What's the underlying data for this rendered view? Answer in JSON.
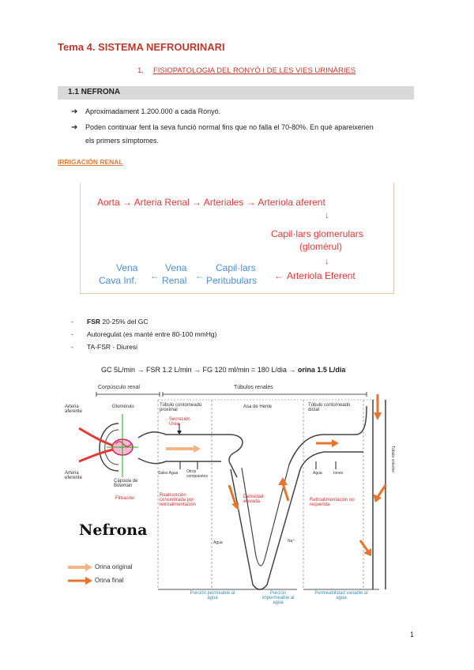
{
  "title": "Tema 4. SISTEMA NEFROURINARI",
  "subtitle": {
    "num": "1.",
    "text": "FISIOPATOLOGIA DEL RONYÓ I DE LES VIES URINÀRIES"
  },
  "section": "1.1 NEFRONA",
  "bullets": [
    "Aproximadament 1.200.000 a cada Ronyó.",
    "Poden continuar fent la seva funció normal fins que no falla el 70-80%. En què apareixerien",
    "els primers símptomes."
  ],
  "irrigacio_heading": "IRRIGACIÓN RENAL",
  "irrigacio": {
    "line1": "Aorta → Arteria Renal → Arteriales → Arteriola aferent",
    "down1": "↓",
    "cap1": "Capil·lars glomerulars",
    "cap2": "(glomèrul)",
    "down2": "↓",
    "vena1a": "Vena",
    "vena1b": "Cava Inf.",
    "arr1": "←",
    "vena2a": "Vena",
    "vena2b": "Renal",
    "arr2": "←",
    "cap3a": "Capil·lars",
    "cap3b": "Peritubulars",
    "arr3": "←",
    "eferent": "Arteriola Eferent"
  },
  "dash_items": [
    {
      "bold": "FSR",
      "rest": " 20-25% del GC"
    },
    {
      "bold": "",
      "rest": "Autoregulat (es manté entre 80-100 mmHg)"
    },
    {
      "bold": "",
      "rest": "TA-FSR - Diuresi"
    }
  ],
  "formula": {
    "main": "GC 5L/min → FSR 1.2 L/min → FG 120 ml/min = 180 L/dia → ",
    "bold": "orina 1.5 L/dia"
  },
  "diagram": {
    "corpuscul": "Corpúsculo renal",
    "tubulos": "Túbulos renales",
    "arteria_aferente": "Arteria aferente",
    "glomerulo": "Glomérulo",
    "arteria_eferente": "Arteria eferente",
    "capsula": "Cápsula de Bowman",
    "filtracion": "Filtración",
    "tubulo_prox": "Túbulo contorneado proximal",
    "asa": "Asa de Henle",
    "tubulo_distal": "Túbulo contorneado distal",
    "tubulo_colector": "Túbulo colector",
    "secrecion": "Secreción Urea",
    "sales": "Sales Agua",
    "otros": "Otros compuestos",
    "reabsorcion": "Reabsorción concentrada por retroalimentación",
    "densidad": "Densidad elevada",
    "retroalim": "Retroalimentación no requerida",
    "agua1": "Agua",
    "na": "Na⁺",
    "agua2": "Agua",
    "iones": "Iones",
    "nefrona": "Nefrona",
    "orina_original": "Orina original",
    "orina_final": "Orina final",
    "porcion_perm": "Porción permeable al agua",
    "porcion_imperm": "Porción impermeable al agua",
    "perm_variable": "Permeabilidad variable al agua"
  },
  "page_number": "1",
  "colors": {
    "title": "#c0392b",
    "red": "#e53935",
    "blue": "#4a90d9",
    "orange": "#e8732a",
    "light_orange": "#f5b585"
  }
}
